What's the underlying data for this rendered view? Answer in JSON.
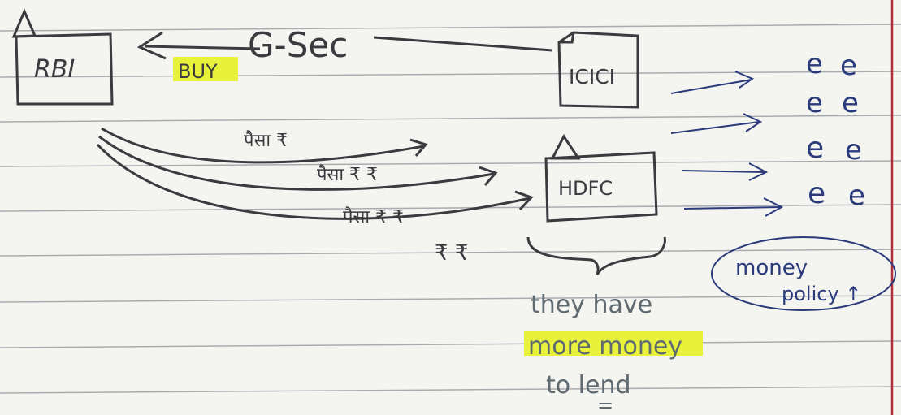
{
  "nodes": {
    "rbi": "RBI",
    "icici": "ICICI",
    "hdfc": "HDFC"
  },
  "labels": {
    "gsec": "G-Sec",
    "buy": "BUY",
    "arrow1_label": "पैसा ₹",
    "arrow2_label": "पैसा ₹ ₹",
    "arrow3_label": "पैसा ₹ ₹",
    "below_arrows": "₹ ₹"
  },
  "note": {
    "line1": "they have",
    "line2": "more money",
    "line3": "to lend",
    "underline": "="
  },
  "policy": {
    "line1": "money",
    "line2": "policy ↑"
  },
  "people_glyph": "e",
  "colors": {
    "pencil": "#3a3a3f",
    "ink": "#2a3a7a",
    "highlight": "#e8f23a",
    "margin_line": "#b0303a",
    "ruling": "#a9abb0"
  }
}
